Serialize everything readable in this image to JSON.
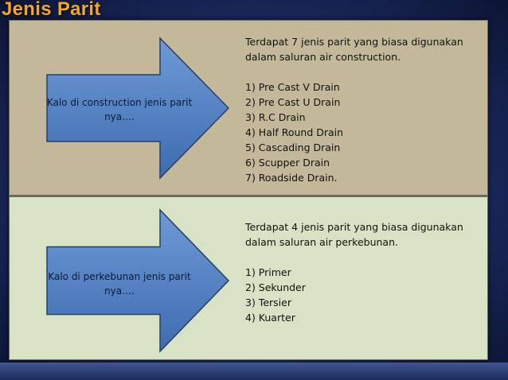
{
  "slide": {
    "title": "Jenis Parit"
  },
  "construction": {
    "arrow_label": "Kalo di construction jenis parit nya….",
    "intro": "Terdapat 7 jenis parit yang biasa digunakan dalam saluran air construction.",
    "items": [
      "1) Pre Cast V Drain",
      "2) Pre Cast U Drain",
      "3) R.C Drain",
      "4) Half Round Drain",
      "5) Cascading Drain",
      "6) Scupper Drain",
      "7) Roadside Drain."
    ]
  },
  "plantation": {
    "arrow_label": "Kalo di perkebunan jenis parit nya….",
    "intro": "Terdapat 4 jenis parit yang biasa digunakan dalam saluran air perkebunan.",
    "items": [
      "1) Primer",
      "2) Sekunder",
      "3) Tersier",
      "4) Kuarter"
    ]
  },
  "colors": {
    "title": "#f2a62b",
    "arrow_fill": "#4f80c2",
    "panel_top": "#c3b99a",
    "panel_bottom": "#d7e3c4"
  }
}
